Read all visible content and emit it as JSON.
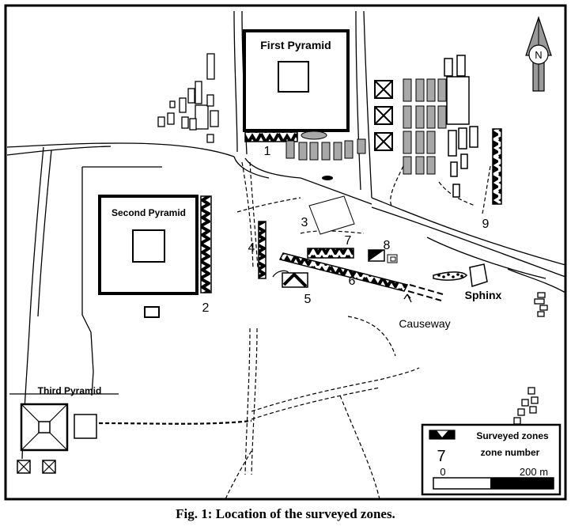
{
  "pyramids": {
    "first": "First Pyramid",
    "second": "Second Pyramid",
    "third": "Third Pyramid"
  },
  "sphinx_label": "Sphinx",
  "causeway_label": "Causeway",
  "north_label": "N",
  "zones": [
    "1",
    "2",
    "3",
    "4",
    "5",
    "6",
    "7",
    "8",
    "9"
  ],
  "legend": {
    "surveyed_label": "Surveyed zones",
    "number_sample": "7",
    "number_label": "zone number",
    "scale_start": "0",
    "scale_end": "200 m"
  },
  "caption": "Fig. 1: Location of the surveyed zones.",
  "colors": {
    "ink": "#000000",
    "grey_building": "#a8a8a8",
    "compass_grey": "#9a9a9a"
  }
}
